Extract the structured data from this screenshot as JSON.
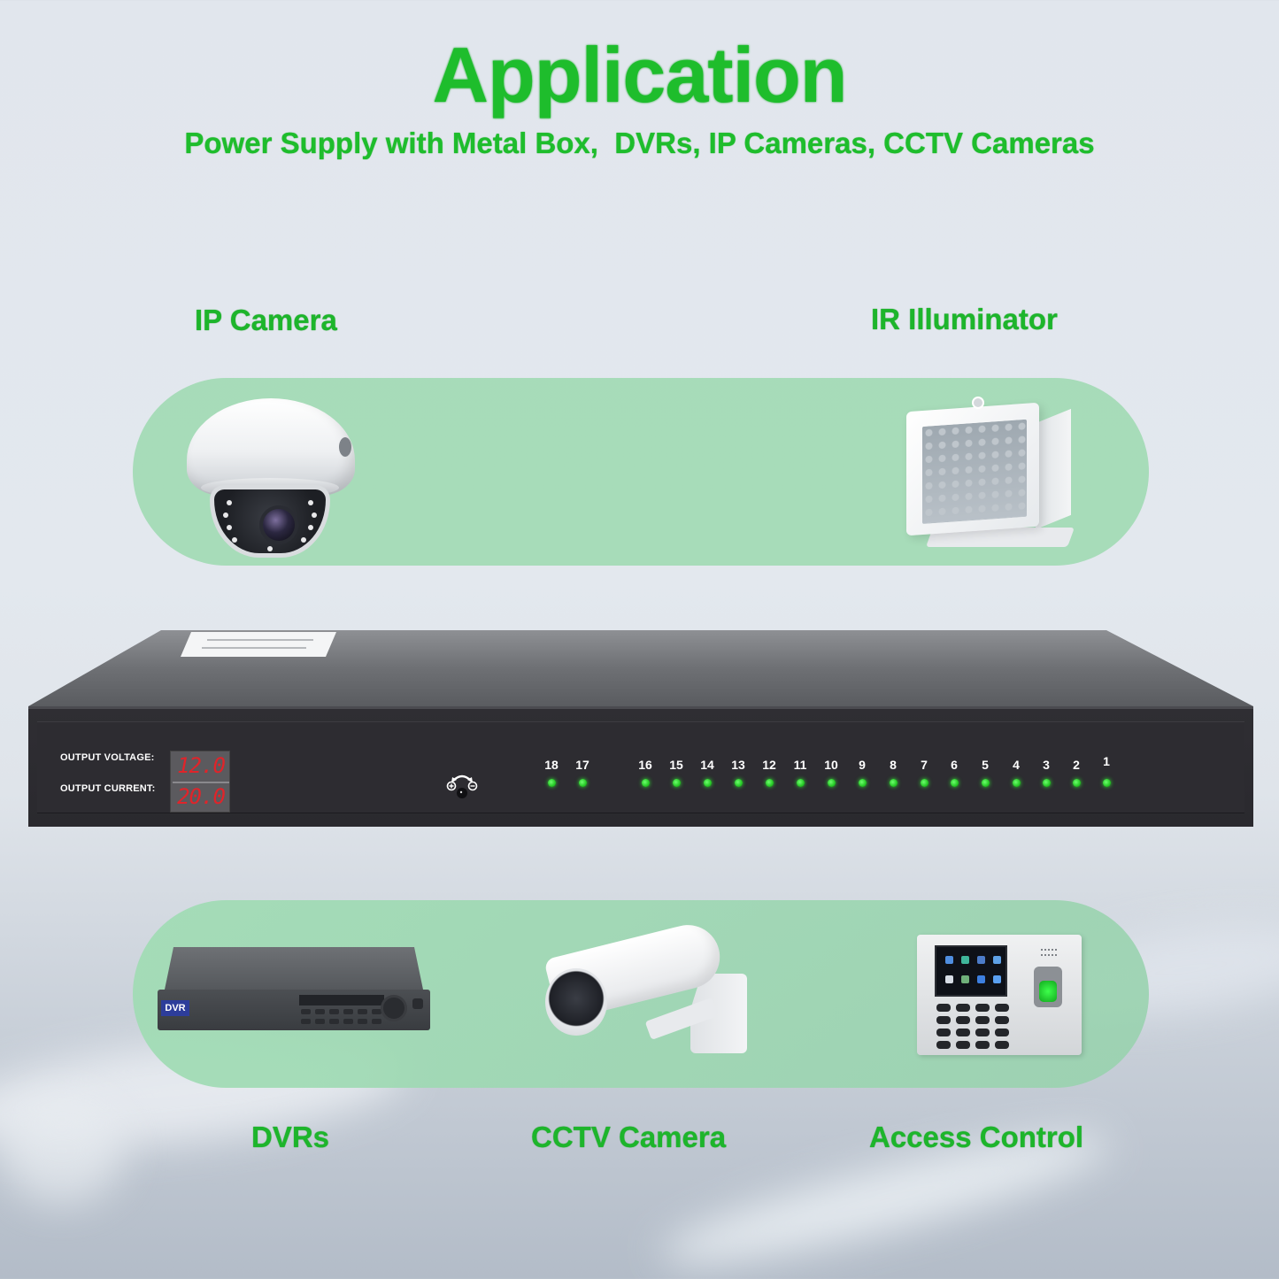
{
  "header": {
    "title": "Application",
    "subtitle": "Power Supply with Metal Box,  DVRs, IP Cameras, CCTV Cameras"
  },
  "colors": {
    "accent_green": "#1ebd2c",
    "pill_green": "#9edab2",
    "panel_dark": "#2d2c31",
    "display_red": "#e0242a",
    "led_green": "#25c825"
  },
  "applications": {
    "top": [
      {
        "label": "IP Camera",
        "icon": "dome-camera-icon"
      },
      {
        "label": "IR Illuminator",
        "icon": "ir-illuminator-icon"
      }
    ],
    "bottom": [
      {
        "label": "DVRs",
        "icon": "dvr-icon"
      },
      {
        "label": "CCTV Camera",
        "icon": "bullet-camera-icon"
      },
      {
        "label": "Access Control",
        "icon": "access-control-icon"
      }
    ]
  },
  "psu": {
    "voltage_label": "OUTPUT VOLTAGE:",
    "voltage_value": "12.0",
    "current_label": "OUTPUT CURRENT:",
    "current_value": "20.0",
    "adjust_icon": "adjust-knob-icon",
    "ports": [
      "18",
      "17",
      "16",
      "15",
      "14",
      "13",
      "12",
      "11",
      "10",
      "9",
      "8",
      "7",
      "6",
      "5",
      "4",
      "3",
      "2",
      "1"
    ]
  },
  "dvr": {
    "badge": "DVR"
  }
}
